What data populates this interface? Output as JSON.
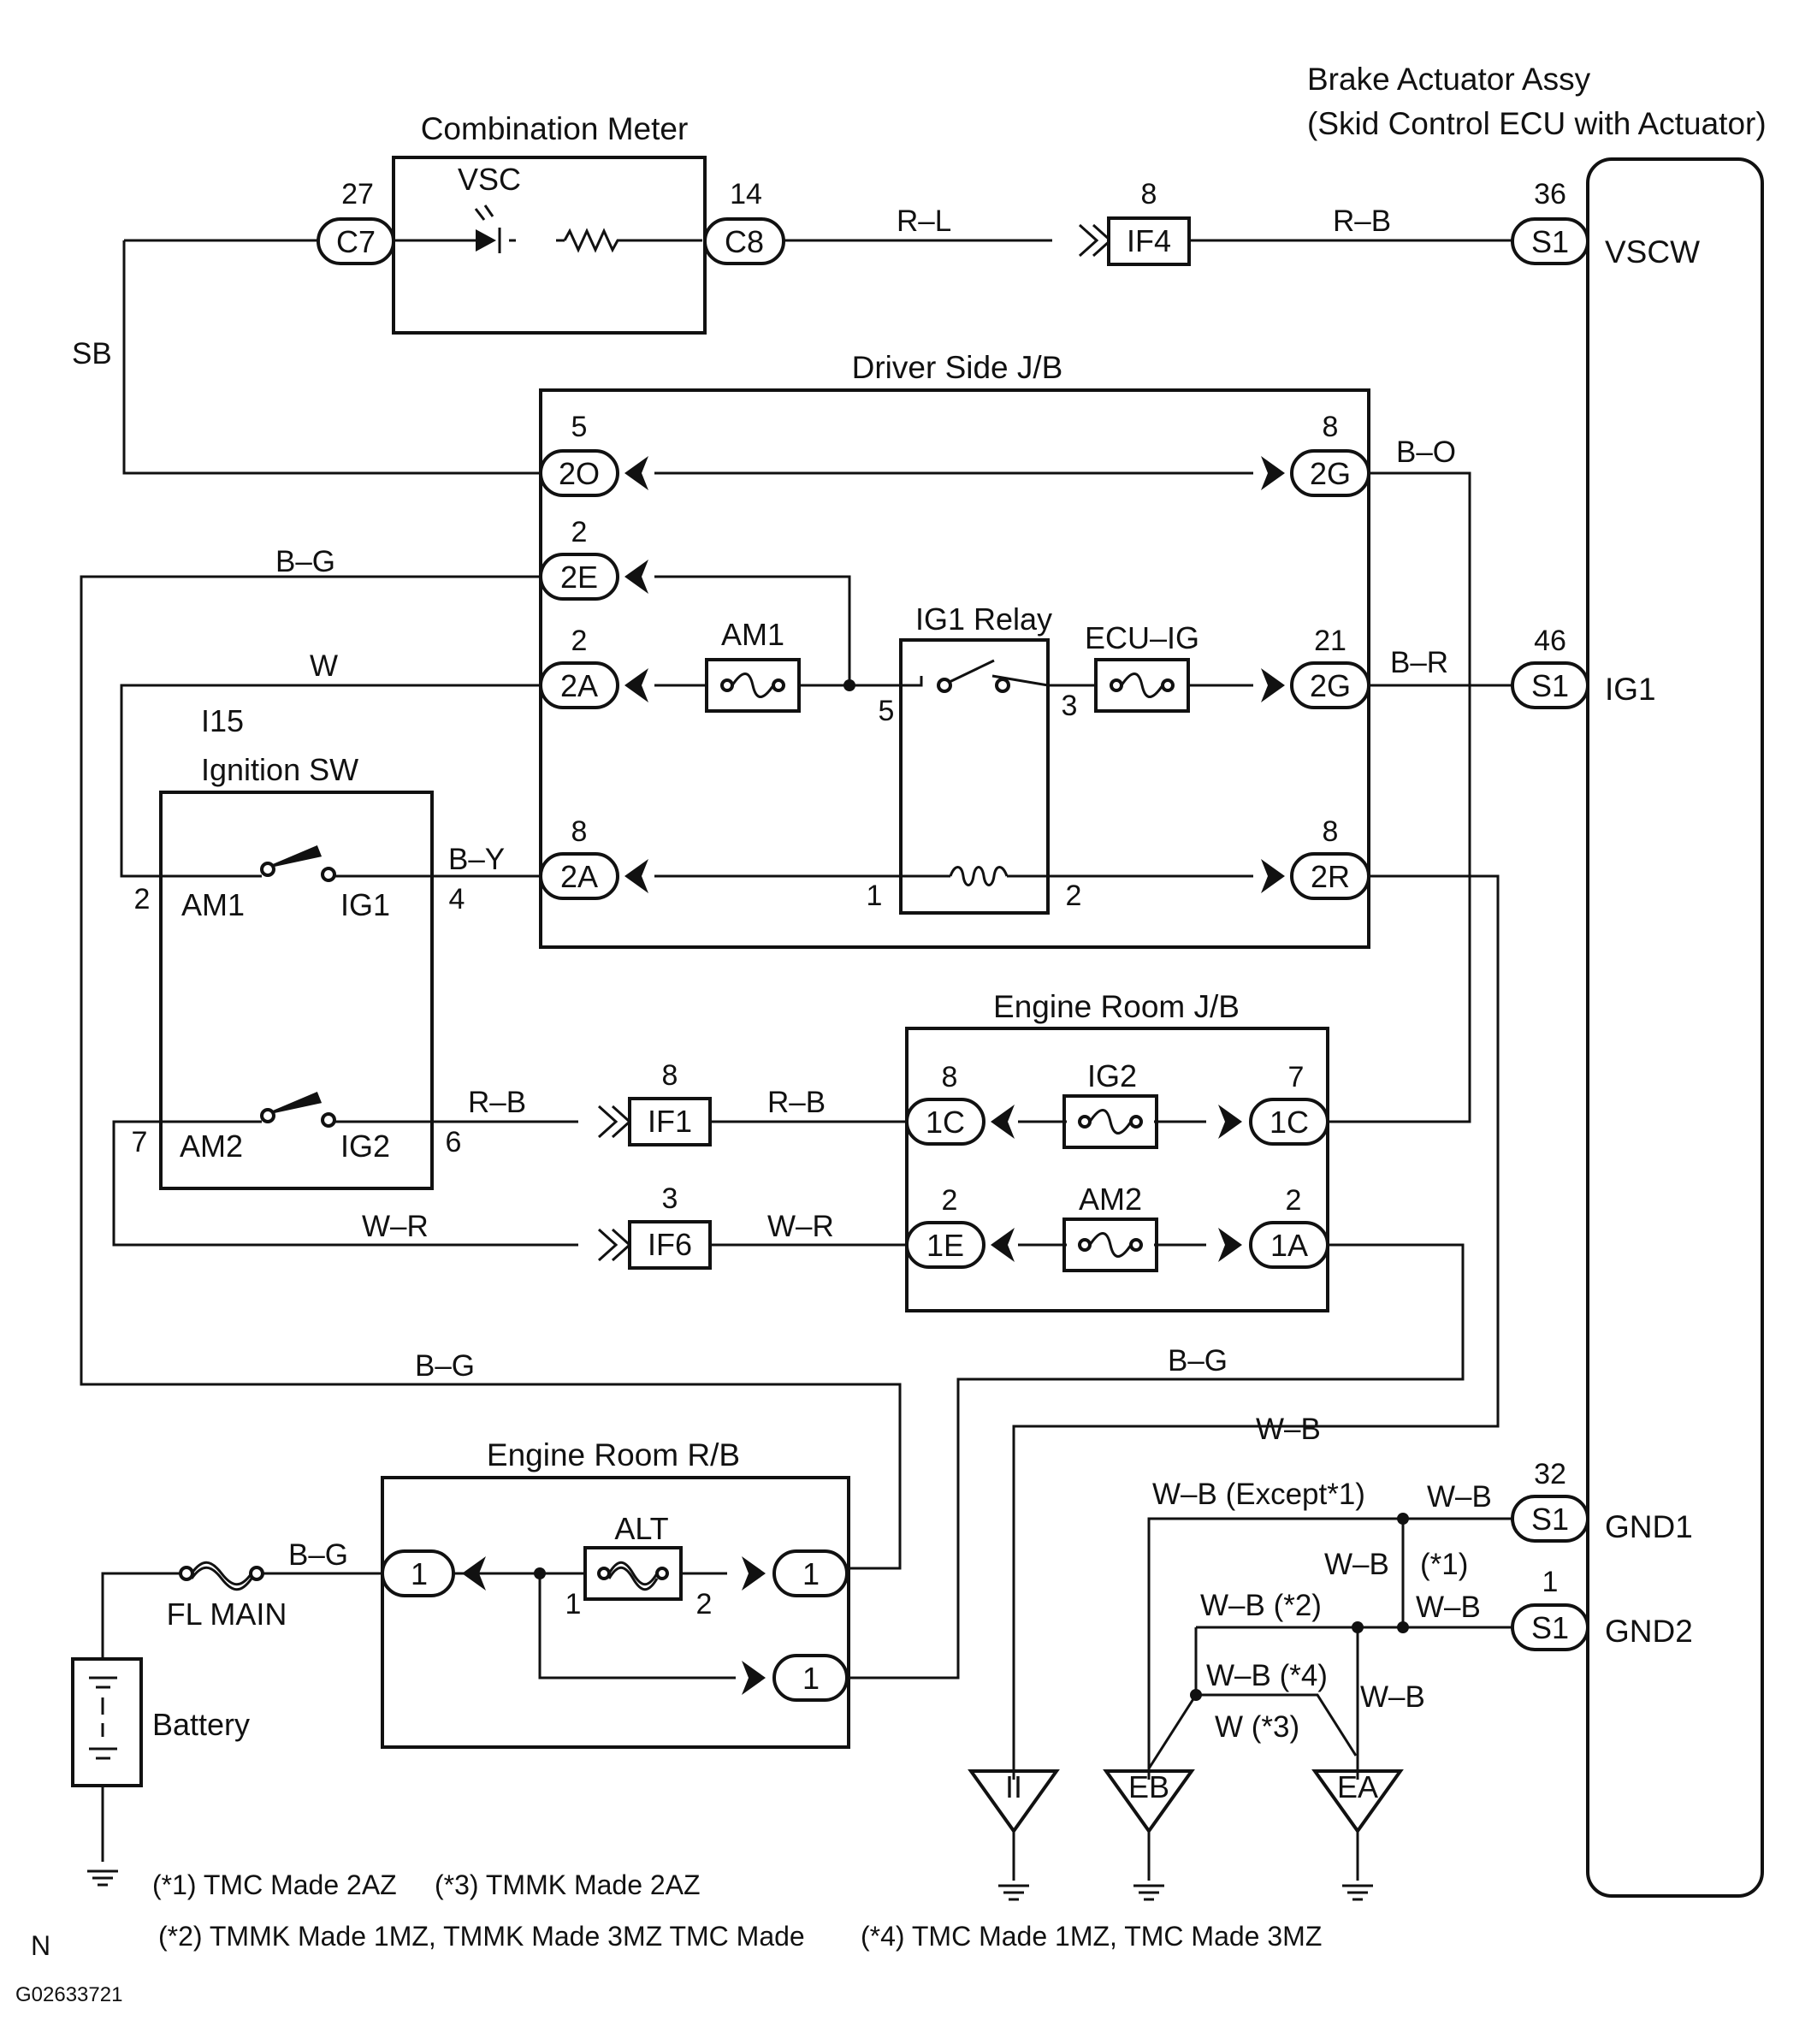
{
  "components": {
    "combination_meter": "Combination Meter",
    "vsc": "VSC",
    "brake_actuator_line1": "Brake Actuator Assy",
    "brake_actuator_line2": "(Skid Control ECU with Actuator)",
    "driver_jb": "Driver Side J/B",
    "ig1_relay": "IG1 Relay",
    "ecu_ig": "ECU–IG",
    "am1_fuse": "AM1",
    "ignition_code": "I15",
    "ignition_sw": "Ignition SW",
    "sw_am1": "AM1",
    "sw_ig1": "IG1",
    "sw_am2": "AM2",
    "sw_ig2": "IG2",
    "engine_room_jb": "Engine Room J/B",
    "ig2_fuse": "IG2",
    "am2_fuse": "AM2",
    "engine_room_rb": "Engine Room R/B",
    "alt_fuse": "ALT",
    "fl_main": "FL MAIN",
    "battery": "Battery"
  },
  "ecu_terminals": {
    "vscw": "VSCW",
    "ig1": "IG1",
    "gnd1": "GND1",
    "gnd2": "GND2"
  },
  "connectors": {
    "c7": "C7",
    "c8": "C8",
    "if4": "IF4",
    "s1": "S1",
    "c2o": "2O",
    "c2g": "2G",
    "c2e": "2E",
    "c2a": "2A",
    "c2r": "2R",
    "if1": "IF1",
    "if6": "IF6",
    "c1c": "1C",
    "c1e": "1E",
    "c1a": "1A",
    "r1": "1"
  },
  "pins": {
    "p27": "27",
    "p14": "14",
    "p8": "8",
    "p36": "36",
    "p5": "5",
    "p2": "2",
    "p21": "21",
    "p46": "46",
    "p7": "7",
    "p3": "3",
    "p32": "32",
    "p1": "1",
    "p4": "4",
    "p6": "6"
  },
  "wires": {
    "sb": "SB",
    "rl": "R–L",
    "rb": "R–B",
    "bo": "B–O",
    "bg": "B–G",
    "w": "W",
    "br": "B–R",
    "by": "B–Y",
    "wr": "W–R",
    "wb": "W–B",
    "wb_except1": "W–B (Except*1)",
    "star1": "(*1)",
    "wb_star2": "W–B (*2)",
    "wb_star4": "W–B (*4)",
    "w_star3": "W  (*3)"
  },
  "grounds": {
    "ii": "II",
    "eb": "EB",
    "ea": "EA"
  },
  "notes": {
    "n1": "(*1) TMC Made 2AZ",
    "n3": "(*3) TMMK Made 2AZ",
    "n2": "(*2) TMMK Made 1MZ, TMMK Made 3MZ TMC Made",
    "n4": "(*4) TMC Made 1MZ, TMC Made 3MZ"
  },
  "footer": {
    "n": "N",
    "code": "G02633721"
  }
}
